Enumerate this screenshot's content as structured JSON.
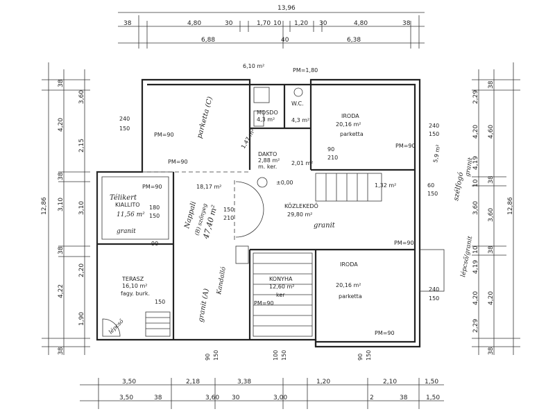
{
  "dims": {
    "overall_width": "13,96",
    "top_row1": [
      "38",
      "4,80",
      "30",
      "1,70",
      "10",
      "1,20",
      "30",
      "4,80",
      "38"
    ],
    "top_row2": [
      "6,88",
      "40",
      "6,38"
    ],
    "bottom_row1": [
      "3,50",
      "2,18",
      "3,38",
      "1,20",
      "2,10",
      "1,50"
    ],
    "bottom_row2": [
      "3,50",
      "38",
      "3,60",
      "30",
      "3,00",
      "2",
      "38",
      "1,50"
    ],
    "left_overall": "12,86",
    "left_col1": [
      "38",
      "4,20",
      "38",
      "3,10",
      "38",
      "4,22",
      "38"
    ],
    "left_col2": [
      "3,60",
      "2,15",
      "3,10",
      "2,20",
      "1,90"
    ],
    "right_overall": "12,86",
    "right_col1": [
      "2,29",
      "4,20",
      "4,19",
      "10",
      "3,60",
      "10",
      "4,19",
      "4,20",
      "2,29"
    ],
    "right_col2": [
      "38",
      "4,60",
      "38",
      "3,60",
      "38",
      "4,20",
      "38"
    ],
    "door_marks": [
      "90",
      "150",
      "150",
      "150",
      "100",
      "210",
      "90",
      "210",
      "90",
      "210",
      "90",
      "210",
      "60",
      "150"
    ]
  },
  "rooms": {
    "nappali_label": "Nappali",
    "nappali_area": "47,40 m²",
    "nappali_sub": "(B) szőnyeg",
    "parketta_c": "parketta (C)",
    "telikert_title": "Télikert",
    "telikert_sub": "KIALLITO",
    "telikert_area": "11,56 m²",
    "granit1": "granit",
    "terasz_title": "TERASZ",
    "terasz_area": "16,10 m²",
    "terasz_sub": "fagy. burk.",
    "granit_a": "granit (A)",
    "kandallo": "Kandalló",
    "mosdo": "MOSDO",
    "mosdo_area": "4,3 m²",
    "wc": "W.C.",
    "wc_area": "4,3 m²",
    "area_61": "6,10 m²",
    "pm180": "PM=1,80",
    "dakto": "DAKTO",
    "dakto_area": "2,88 m²",
    "dakto_sub": "m. ker.",
    "area_147": "1,47 m²",
    "area_201": "2,01 m²",
    "iroda1_title": "IRODA",
    "iroda1_area": "20,16 m²",
    "iroda1_sub": "parketta",
    "kozlekedo_title": "KÖZLEKEDŐ",
    "kozlekedo_area": "29,80 m²",
    "granit2": "granit",
    "level": "±0,00",
    "area_1817": "18,17 m²",
    "area_1813": "1,32 m²",
    "konyha_title": "KONYHA",
    "konyha_area": "12,60 m²",
    "konyha_sub": "ker",
    "iroda2_title": "IRODA",
    "iroda2_area": "20,16 m²",
    "iroda2_sub": "parketta",
    "szelfogo": "szélfogó",
    "szelfogo_area": "5,9 m²",
    "szelfogo_sub": "granit",
    "lepcso": "lépcső/granit",
    "lepcso_label": "lépcső"
  },
  "openings": {
    "w240_150_a": [
      "240",
      "150"
    ],
    "w240_150_b": [
      "240",
      "150"
    ],
    "w240_150_c": [
      "240",
      "150"
    ],
    "w180_150": [
      "180",
      "150"
    ],
    "w150_210": [
      "150",
      "210"
    ],
    "pm90_list": [
      "PM=90",
      "PM=90",
      "PM=90",
      "PM=90",
      "PM=90",
      "PM=90",
      "PM=90"
    ]
  }
}
